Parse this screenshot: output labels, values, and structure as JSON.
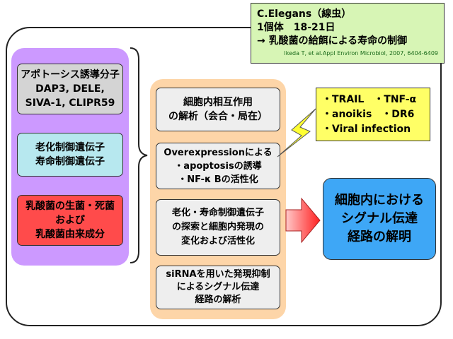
{
  "reference": {
    "line1": "C.Elegans（線虫）",
    "line2": "1個体　18-21日",
    "line3": "→ 乳酸菌の給餌による寿命の制御",
    "citation": "Ikeda T, et al.Appl Environ Microbiol, 2007, 6404-6409"
  },
  "left_panel": {
    "box1": [
      "アポトーシス誘導分子",
      "DAP3, DELE,",
      "SIVA-1, CLIPR59"
    ],
    "box2": [
      "老化制御遺伝子",
      "寿命制御遺伝子"
    ],
    "box3": [
      "乳酸菌の生菌・死菌",
      "および",
      "乳酸菌由来成分"
    ]
  },
  "middle_panel": {
    "box1": [
      "細胞内相互作用",
      "の解析（会合・局在）"
    ],
    "box2": [
      "Overexpressionによる",
      "・apoptosisの誘導",
      "・NF-κ Bの活性化"
    ],
    "box3": [
      "老化・寿命制御遺伝子",
      "の探索と細胞内発現の",
      "変化および活性化"
    ],
    "box4": [
      "siRNAを用いた発現抑制",
      "によるシグナル伝達",
      "経路の解析"
    ]
  },
  "signals": [
    "・TRAIL　・TNF-α",
    "・anoikis　・DR6",
    "・Viral infection"
  ],
  "result": [
    "細胞内における",
    "シグナル伝達",
    "経路の解明"
  ],
  "colors": {
    "purple_panel": "#cc99ff",
    "orange_panel": "#fdd5a8",
    "green_ref": "#d7f5b5",
    "yellow_signals": "#ffff66",
    "blue_result": "#3ea7f6",
    "red_box": "#ff4b4b",
    "arrow_red": "#ff2a2a"
  }
}
